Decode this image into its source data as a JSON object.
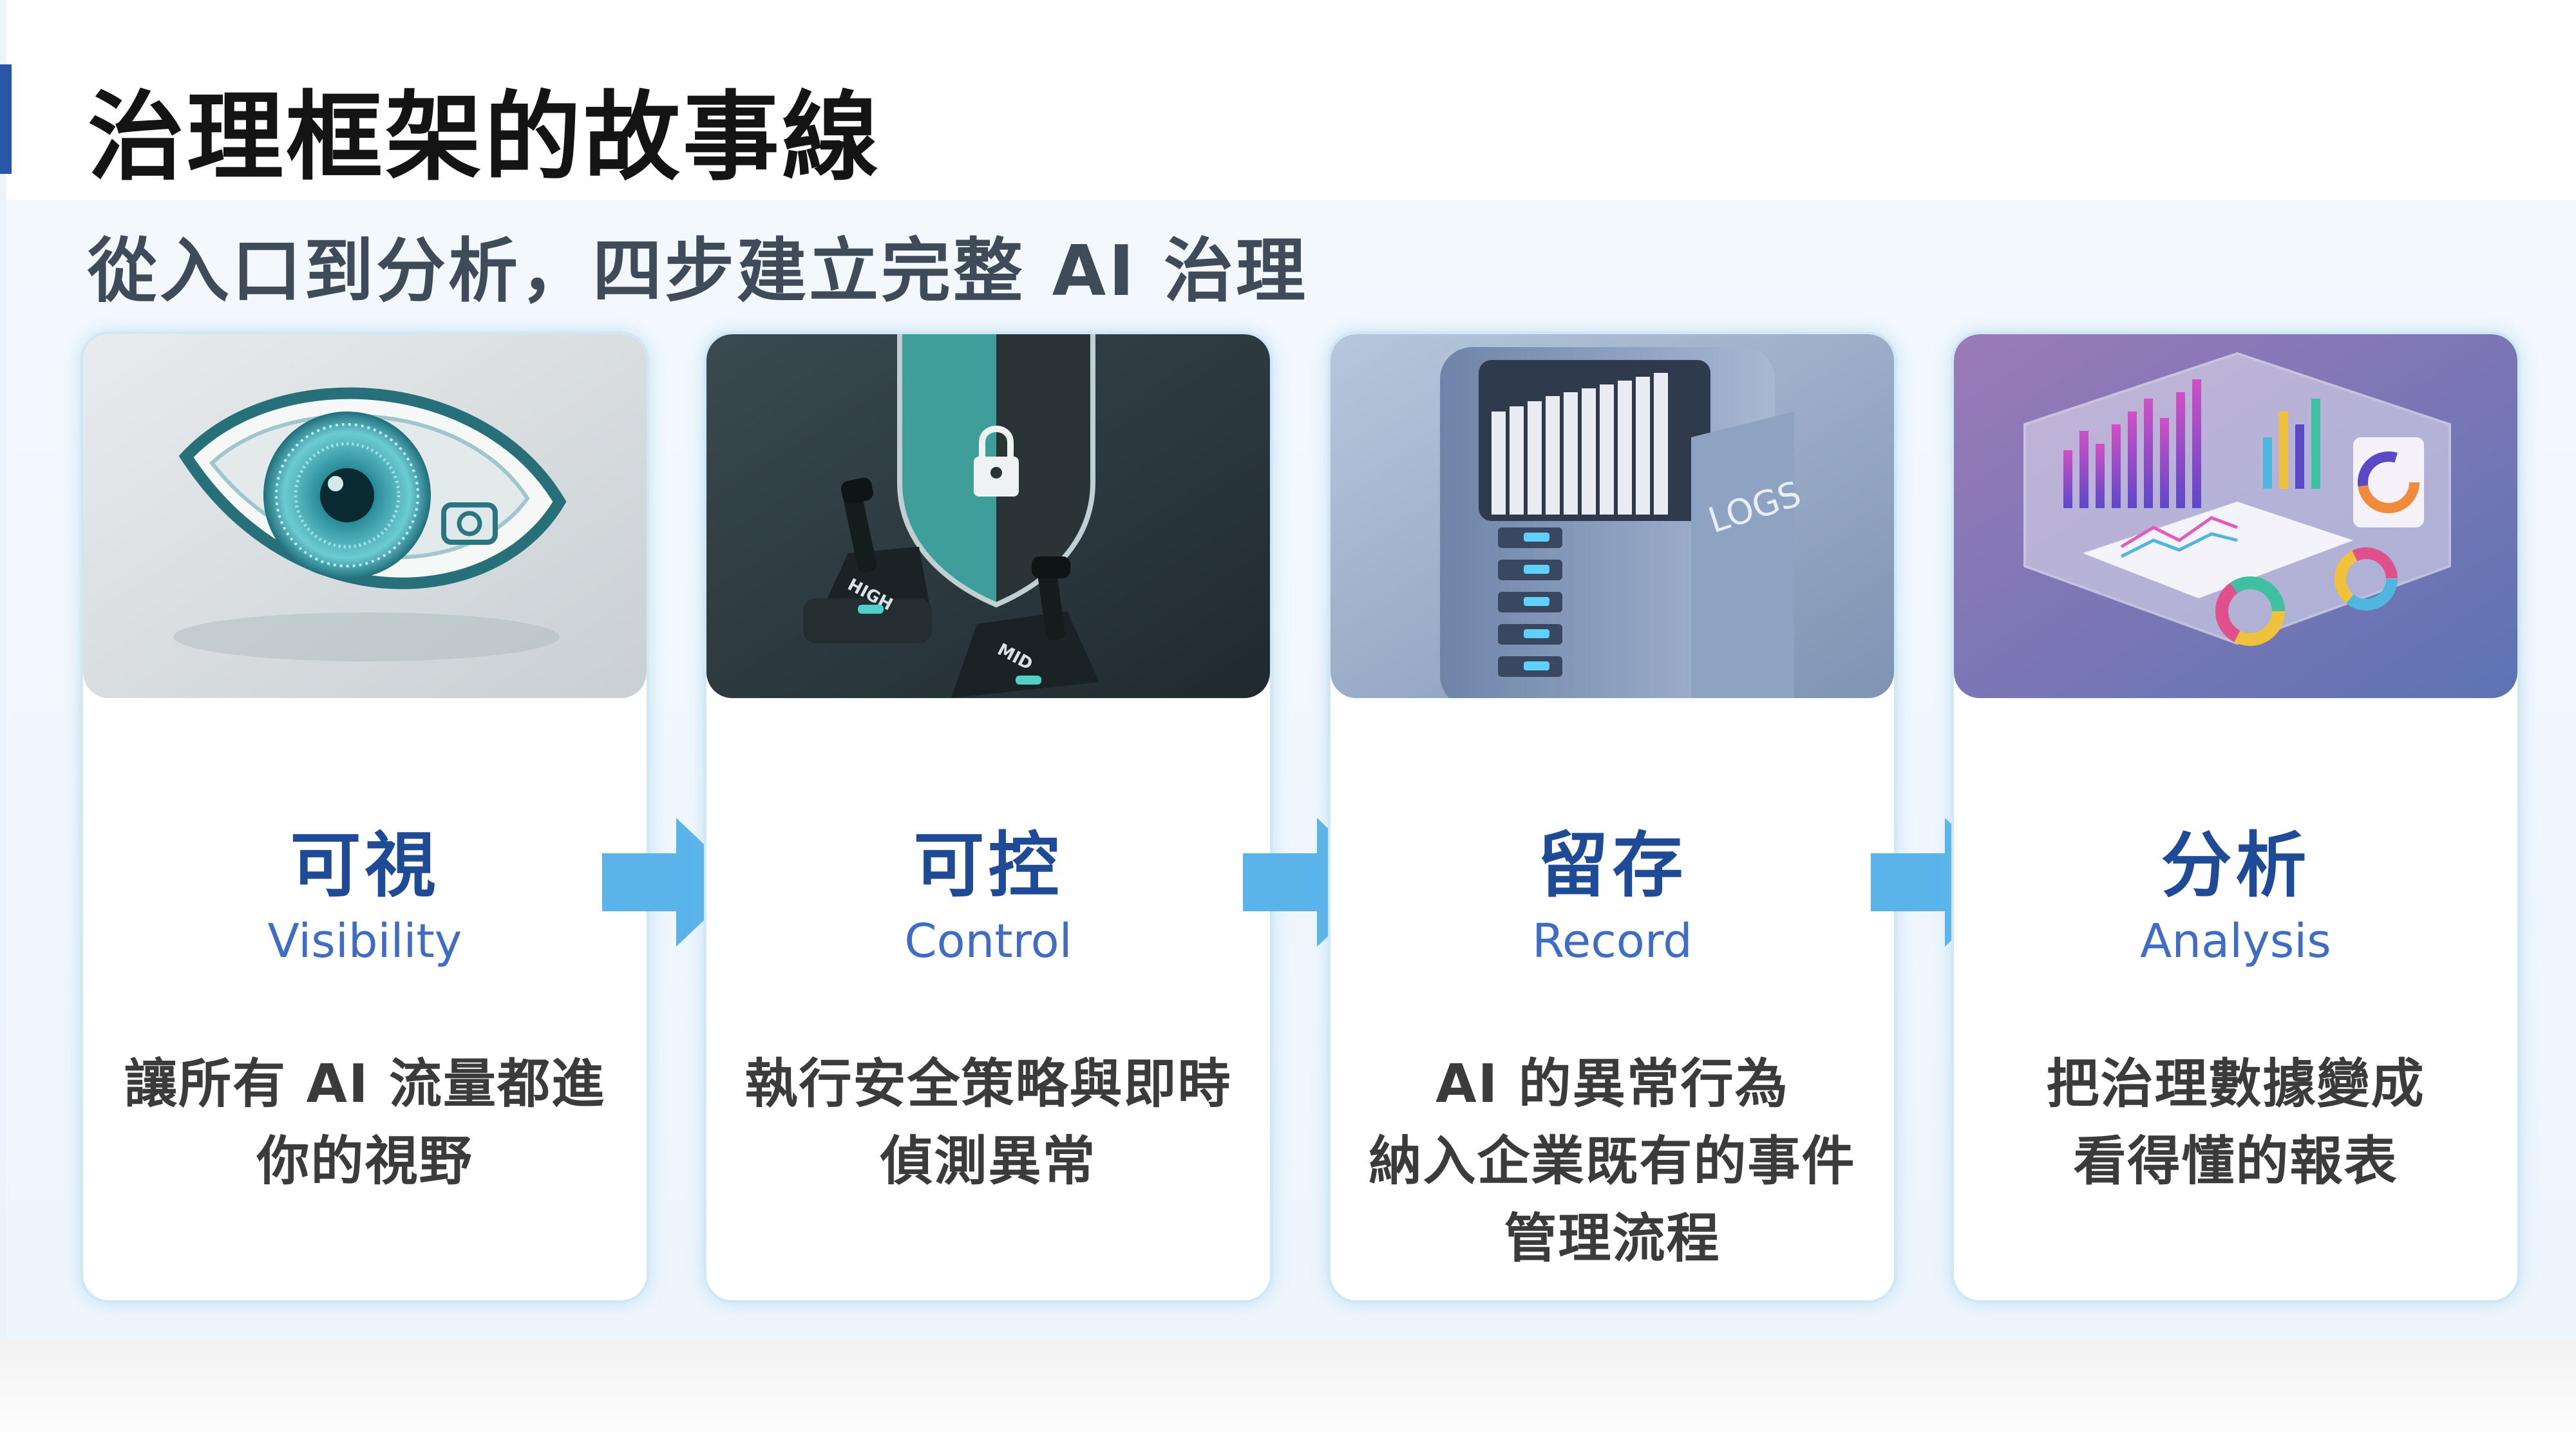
{
  "slide": {
    "title": "治理框架的故事線",
    "subtitle": "從入口到分析，四步建立完整 AI 治理"
  },
  "steps": [
    {
      "title": "可視",
      "subtitle": "Visibility",
      "desc_lines": [
        "讓所有 AI 流量都進",
        "你的視野"
      ],
      "image_icon": "eye-icon"
    },
    {
      "title": "可控",
      "subtitle": "Control",
      "desc_lines": [
        "執行安全策略與即時",
        "偵測異常"
      ],
      "image_icon": "shield-lock-icon",
      "image_labels": [
        "HIGH",
        "MID"
      ]
    },
    {
      "title": "留存",
      "subtitle": "Record",
      "desc_lines": [
        "AI 的異常行為",
        "納入企業既有的事件",
        "管理流程"
      ],
      "image_icon": "server-logs-icon",
      "image_labels": [
        "LOGS"
      ]
    },
    {
      "title": "分析",
      "subtitle": "Analysis",
      "desc_lines": [
        "把治理數據變成",
        "看得懂的報表"
      ],
      "image_icon": "dashboard-chart-icon"
    }
  ],
  "colors": {
    "title": "#141414",
    "accent_bar": "#2a56a8",
    "card_title": "#1f4a96",
    "card_subtitle": "#3f6cc4",
    "arrow": "#5ab4ea"
  }
}
